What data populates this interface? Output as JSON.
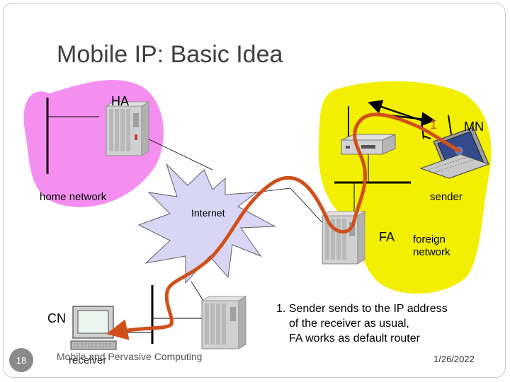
{
  "slide": {
    "title": "Mobile IP: Basic Idea",
    "slide_number": "18",
    "footer_left": "Mobile and Pervasive Computing",
    "footer_date": "1/26/2022"
  },
  "diagram": {
    "labels": {
      "ha": "HA",
      "mn": "MN",
      "step": "1",
      "home_network": "home network",
      "sender": "sender",
      "internet": "Internet",
      "fa": "FA",
      "foreign_network_1": "foreign",
      "foreign_network_2": "network",
      "cn": "CN",
      "receiver": "receiver"
    },
    "caption": {
      "line1": "1. Sender sends to the IP address",
      "line2": "of the receiver as usual,",
      "line3": "FA works as default router"
    },
    "colors": {
      "home_network_fill": "#f48ff0",
      "foreign_network_fill": "#f2ef00",
      "internet_fill": "#d8d6f4",
      "path_color": "#d0501c"
    }
  }
}
